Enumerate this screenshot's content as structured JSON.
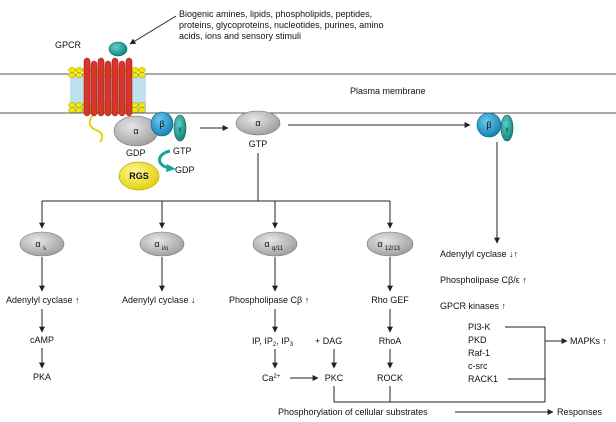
{
  "ligands": {
    "line1": "Biogenic amines, lipids, phospholipids, peptides,",
    "line2": "proteins, glycoproteins, nucleotides, purines, amino",
    "line3": "acids, ions and sensory stimuli"
  },
  "membrane": {
    "label": "Plasma membrane"
  },
  "receptor": {
    "label": "GPCR"
  },
  "complex": {
    "alpha": "α",
    "beta": "β",
    "gamma": "γ",
    "gdp": "GDP"
  },
  "rgs": {
    "label": "RGS",
    "gtp": "GTP",
    "gdp": "GDP"
  },
  "active_alpha": {
    "label": "α",
    "gtp": "GTP"
  },
  "subunits": [
    {
      "symbol": "α",
      "sub": "s"
    },
    {
      "symbol": "α",
      "sub": "i/o"
    },
    {
      "symbol": "α",
      "sub": "q/11"
    },
    {
      "symbol": "α",
      "sub": "12/13"
    }
  ],
  "path_s": {
    "effector": "Adenylyl cyclase ↑",
    "messenger": "cAMP",
    "kinase": "PKA"
  },
  "path_i": {
    "effector": "Adenylyl cyclase ↓"
  },
  "path_q": {
    "effector": "Phospholipase Cβ ↑",
    "ip": "IP",
    "ip2": "IP",
    "ip2_sub": "2",
    "ip3": "IP",
    "ip3_sub": "3",
    "dag": "+ DAG",
    "ca": "Ca",
    "ca_sup": "2+",
    "pkc": "PKC"
  },
  "path_12": {
    "effector": "Rho GEF",
    "gtpase": "RhoA",
    "kinase": "ROCK"
  },
  "path_bg": {
    "effector1": "Adenylyl cyclase ↓↑",
    "effector2": "Phospholipase Cβ/ε ↑",
    "effector3": "GPCR kinases ↑",
    "kinases": [
      "PI3-K",
      "PKD",
      "Raf-1",
      "c-src",
      "RACK1"
    ],
    "mapk": "MAPKs ↑"
  },
  "outcome": {
    "phosphorylation": "Phosphorylation of cellular substrates",
    "responses": "Responses"
  },
  "colors": {
    "receptor_red": "#d9352b",
    "lipid_yellow": "#f4e600",
    "membrane_blue": "#bfe1ef",
    "teal": "#1aa39a",
    "beta_blue": "#1797c9",
    "alpha_grey": "#bdbdbd",
    "rgs_yellow": "#f6e800"
  }
}
